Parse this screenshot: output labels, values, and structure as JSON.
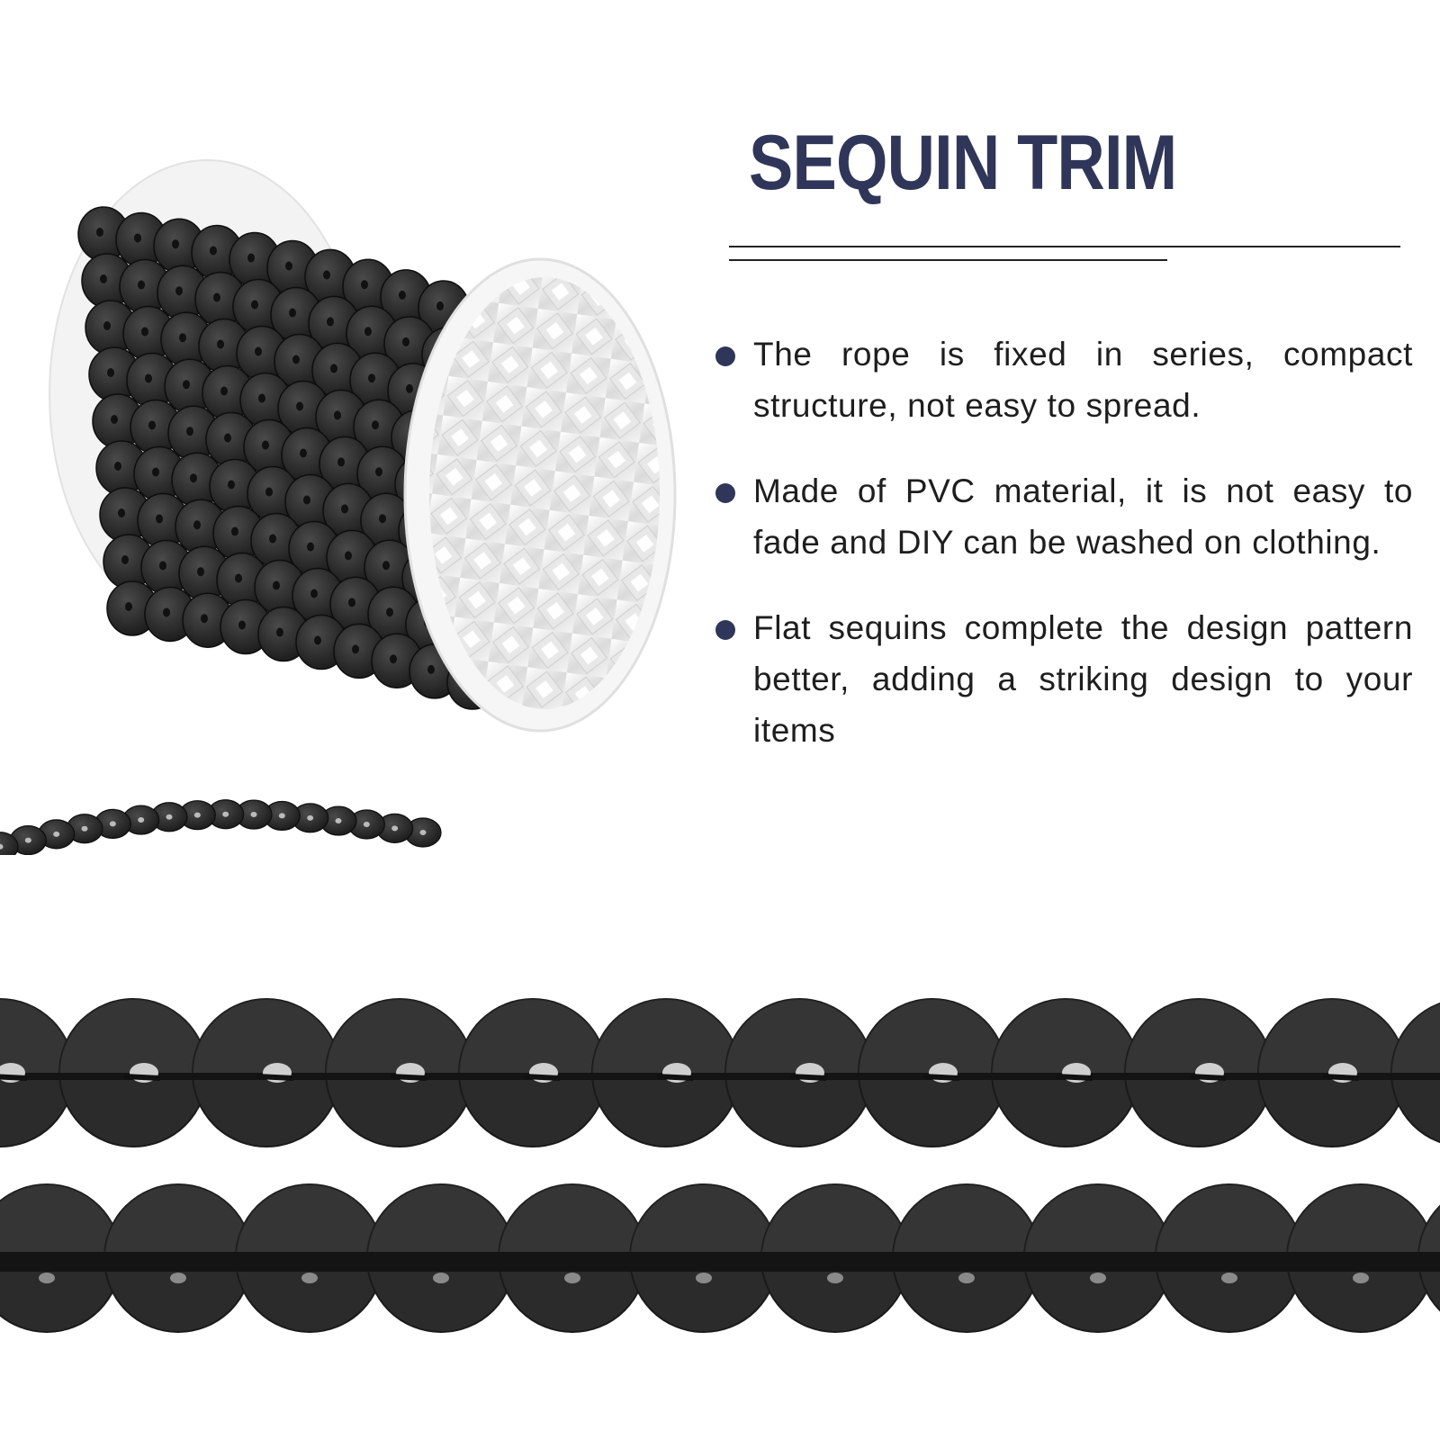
{
  "title": "SEQUIN TRIM",
  "features": [
    {
      "text": "The rope is fixed in series, compact structure, not easy to spread."
    },
    {
      "text": "Made of PVC material, it is not easy to fade and DIY can be washed on clothing."
    },
    {
      "text": "Flat sequins complete the design pattern better, adding a striking design to your items"
    }
  ],
  "colors": {
    "title": "#2f3659",
    "bullet": "#2f3659",
    "text": "#1e1e1e",
    "sequin": "#2b2b2b",
    "spool": "#f2f2f2"
  },
  "images": {
    "spool": "sequin-spool-photo",
    "strips": "sequin-strip-closeup"
  }
}
